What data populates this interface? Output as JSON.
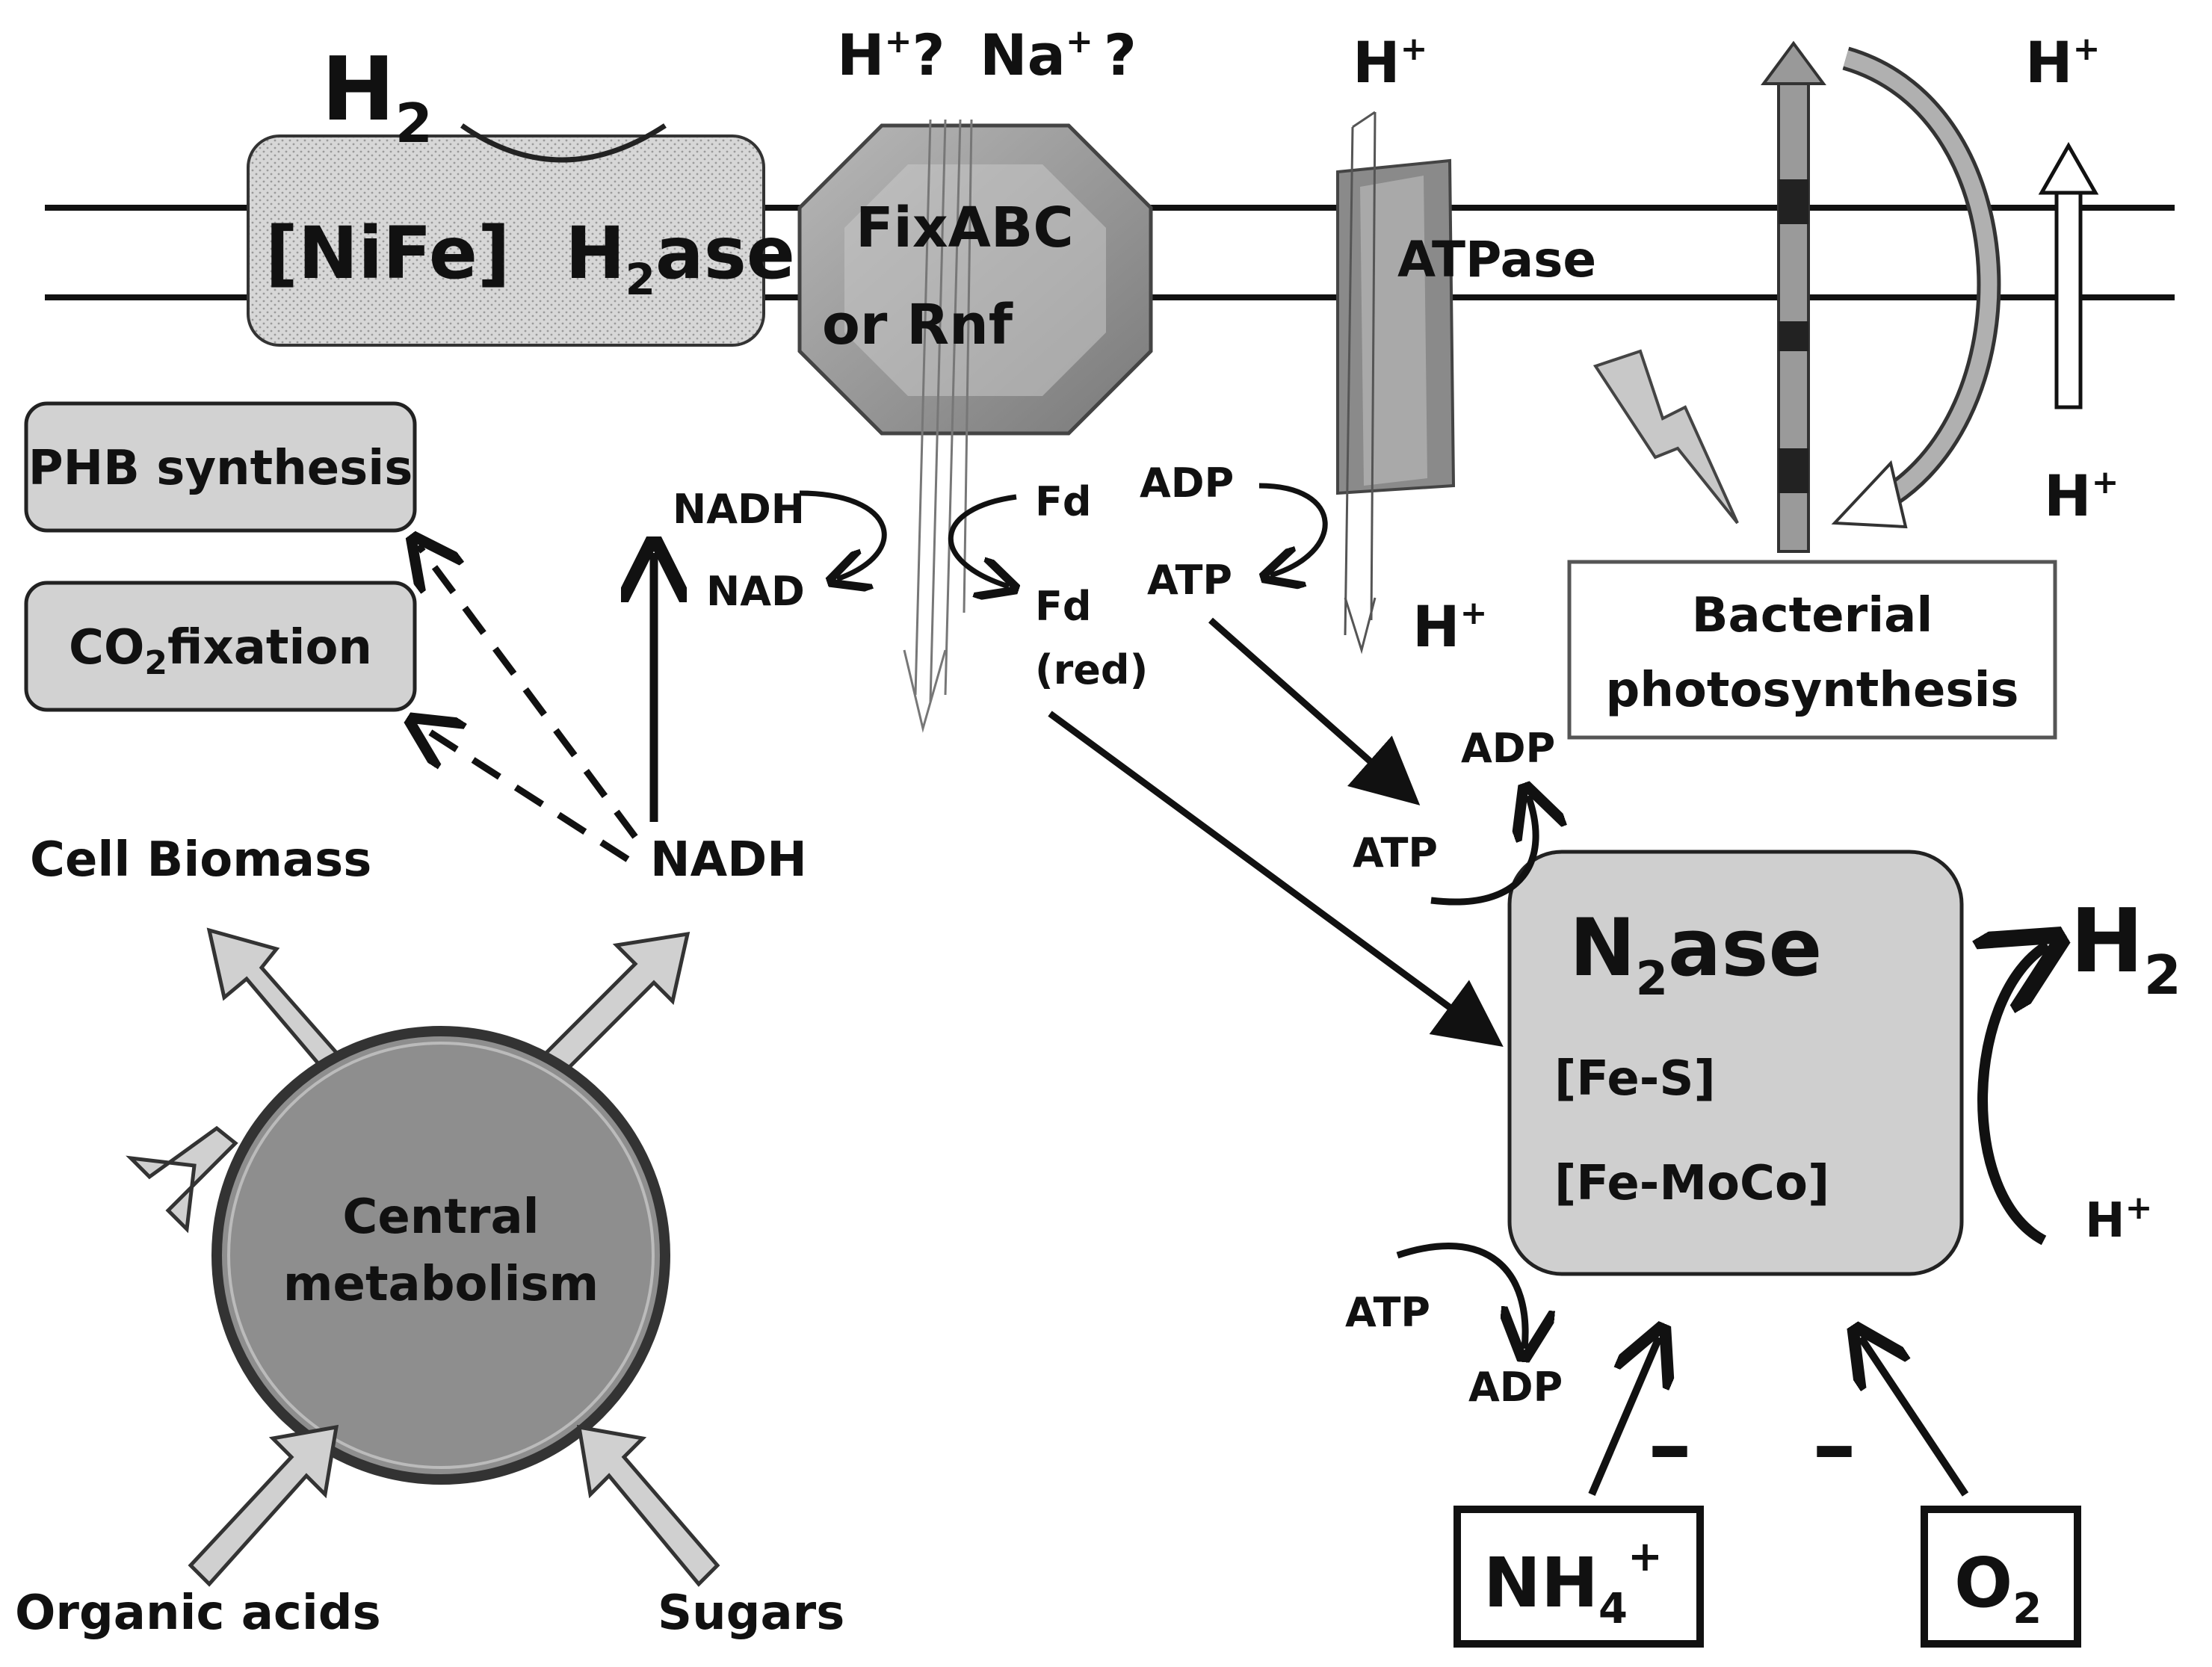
{
  "membrane": {
    "hydrogenase": {
      "label_a": "[NiFe]",
      "label_b": "H",
      "sub": "2",
      "label_c": "ase",
      "gas": "H",
      "gas_sub": "2"
    },
    "fix_complex": {
      "line1": "FixABC",
      "line2": "or Rnf",
      "ion_a": "H",
      "ion_a_sup": "+",
      "ion_a_q": "?",
      "ion_b": "Na",
      "ion_b_sup": "+",
      "ion_b_q": "?"
    },
    "atpase": {
      "label": "ATPase",
      "ion_top": "H",
      "ion_top_sup": "+",
      "ion_bottom": "H",
      "ion_bottom_sup": "+"
    },
    "photo": {
      "ion_top": "H",
      "ion_top_sup": "+",
      "ion_bottom": "H",
      "ion_bottom_sup": "+",
      "box_line1": "Bacterial",
      "box_line2": "photosynthesis"
    }
  },
  "redox": {
    "nadh": "NADH",
    "nad": "NAD",
    "fd": "Fd",
    "fd_red_a": "Fd",
    "fd_red_b": "(red)",
    "adp": "ADP",
    "atp": "ATP"
  },
  "left": {
    "phb": "PHB synthesis",
    "co2_a": "CO",
    "co2_sub": "2",
    "co2_b": "fixation",
    "cell_biomass": "Cell Biomass",
    "nadh": "NADH",
    "central_line1": "Central",
    "central_line2": "metabolism",
    "organic_acids": "Organic acids",
    "sugars": "Sugars"
  },
  "nitrogenase": {
    "title_a": "N",
    "title_sub": "2",
    "title_b": "ase",
    "cofactor1": "[Fe-S]",
    "cofactor2": "[Fe-MoCo]",
    "h2": "H",
    "h2_sub": "2",
    "h_plus": "H",
    "h_plus_sup": "+",
    "atp_top": "ATP",
    "adp_top": "ADP",
    "atp_bottom": "ATP",
    "adp_bottom": "ADP",
    "minus1": "–",
    "minus2": "–",
    "nh4_a": "NH",
    "nh4_sub": "4",
    "nh4_sup": "+",
    "o2_a": "O",
    "o2_sub": "2"
  }
}
